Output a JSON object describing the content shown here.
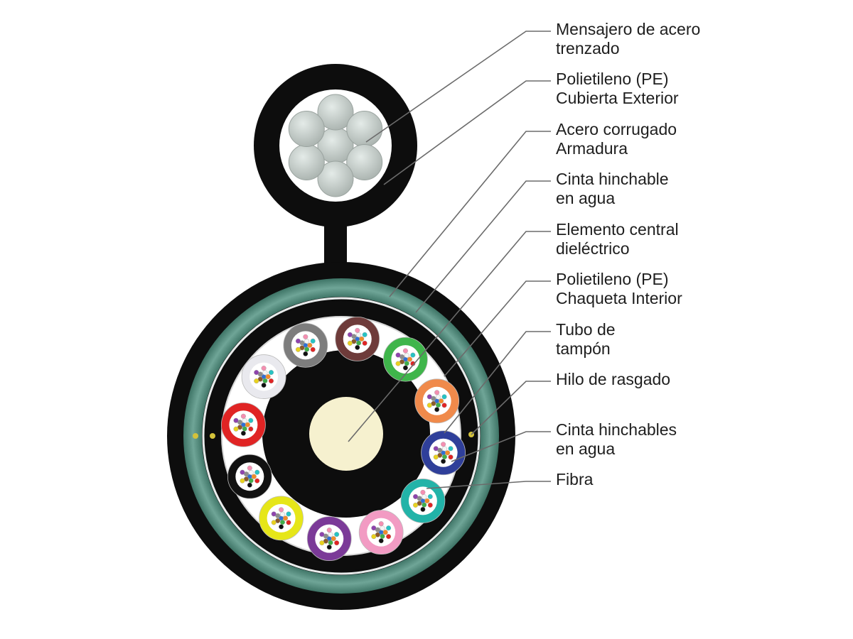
{
  "colors": {
    "jacket": "#0d0d0d",
    "armor": "#4f8a7b",
    "leader_line": "#6b6b6b",
    "central_member": "#f6f1cf",
    "steel_strand": "#c4ccc9"
  },
  "labels": [
    {
      "id": "steel-messenger",
      "line1": "Mensajero de acero",
      "line2": "trenzado"
    },
    {
      "id": "pe-outer-sheath",
      "line1": "Polietileno (PE)",
      "line2": "Cubierta Exterior"
    },
    {
      "id": "corrugated-steel-armor",
      "line1": "Acero corrugado",
      "line2": "Armadura"
    },
    {
      "id": "water-swellable-tape-1",
      "line1": "Cinta hinchable",
      "line2": "en agua"
    },
    {
      "id": "dielectric-central-member",
      "line1": "Elemento central",
      "line2": "dieléctrico"
    },
    {
      "id": "pe-inner-jacket",
      "line1": "Polietileno (PE)",
      "line2": "Chaqueta Interior"
    },
    {
      "id": "buffer-tube",
      "line1": "Tubo de",
      "line2": "tampón"
    },
    {
      "id": "ripcord",
      "line1": "Hilo de rasgado",
      "line2": ""
    },
    {
      "id": "water-swellable-tape-2",
      "line1": "Cinta hinchables",
      "line2": "en agua"
    },
    {
      "id": "fiber",
      "line1": "Fibra",
      "line2": ""
    }
  ],
  "buffer_tube_colors": [
    "#6e3b3a",
    "#3fb54b",
    "#f08a4b",
    "#2f3f9a",
    "#22b3a8",
    "#f29bc3",
    "#7b3a98",
    "#e6e619",
    "#111111",
    "#e02424",
    "#e9e9ee",
    "#7d7d7d"
  ],
  "fiber_colors": [
    "#2f6fd6",
    "#f28c28",
    "#3fae49",
    "#8a5a2b",
    "#8c8c8c",
    "#f5f5f5",
    "#e02424",
    "#111111",
    "#e9d21f",
    "#8e44ad",
    "#f48fb1",
    "#27c3c3"
  ]
}
